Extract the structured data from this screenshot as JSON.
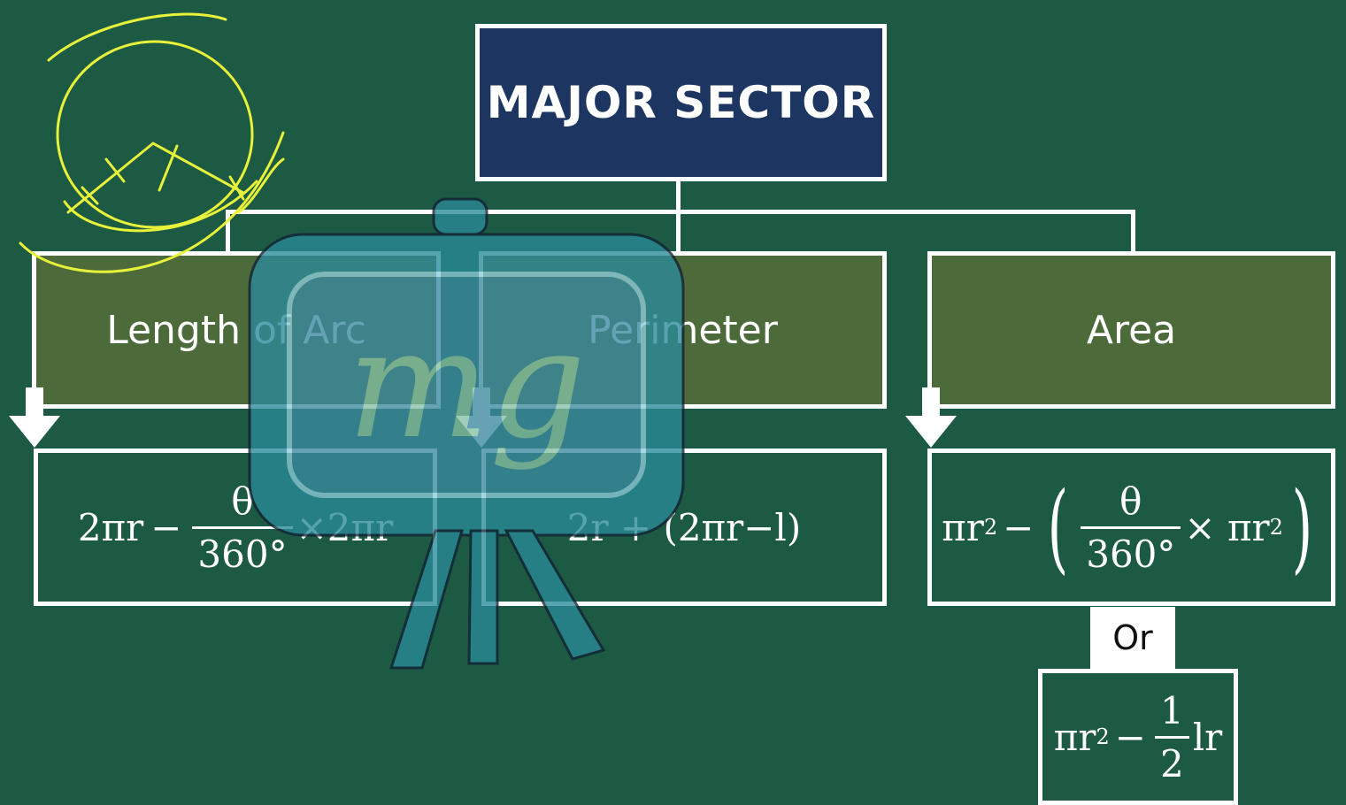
{
  "diagram": {
    "title": "MAJOR SECTOR",
    "categories": [
      {
        "label": "Length of Arc"
      },
      {
        "label": "Perimeter"
      },
      {
        "label": "Area"
      }
    ],
    "formulas": {
      "arc": {
        "term1": "2πr",
        "minus": "−",
        "num": "θ",
        "den": "360°",
        "times": "×2πr"
      },
      "perimeter": {
        "text": "2r + (2πr−l)"
      },
      "area": {
        "term1": "πr",
        "exp": "2",
        "minus": "−",
        "num": "θ",
        "den": "360°",
        "times": "× πr",
        "exp2": "2"
      }
    },
    "or_label": "Or",
    "alt_area": {
      "term1": "πr",
      "exp": "2",
      "minus": "−",
      "num": "1",
      "den": "2",
      "tail": "lr"
    }
  },
  "watermark": {
    "text": "mg"
  },
  "colors": {
    "background": "#1d5a43",
    "title_fill": "#1d3561",
    "category_fill": "#4d6b3a",
    "connector": "#ffffff",
    "watermark": "#2a8a9a",
    "annotation": "#e8f23a"
  },
  "icons": [
    "down-arrow-icon",
    "easel-logo-icon",
    "circle-sketch-icon"
  ]
}
